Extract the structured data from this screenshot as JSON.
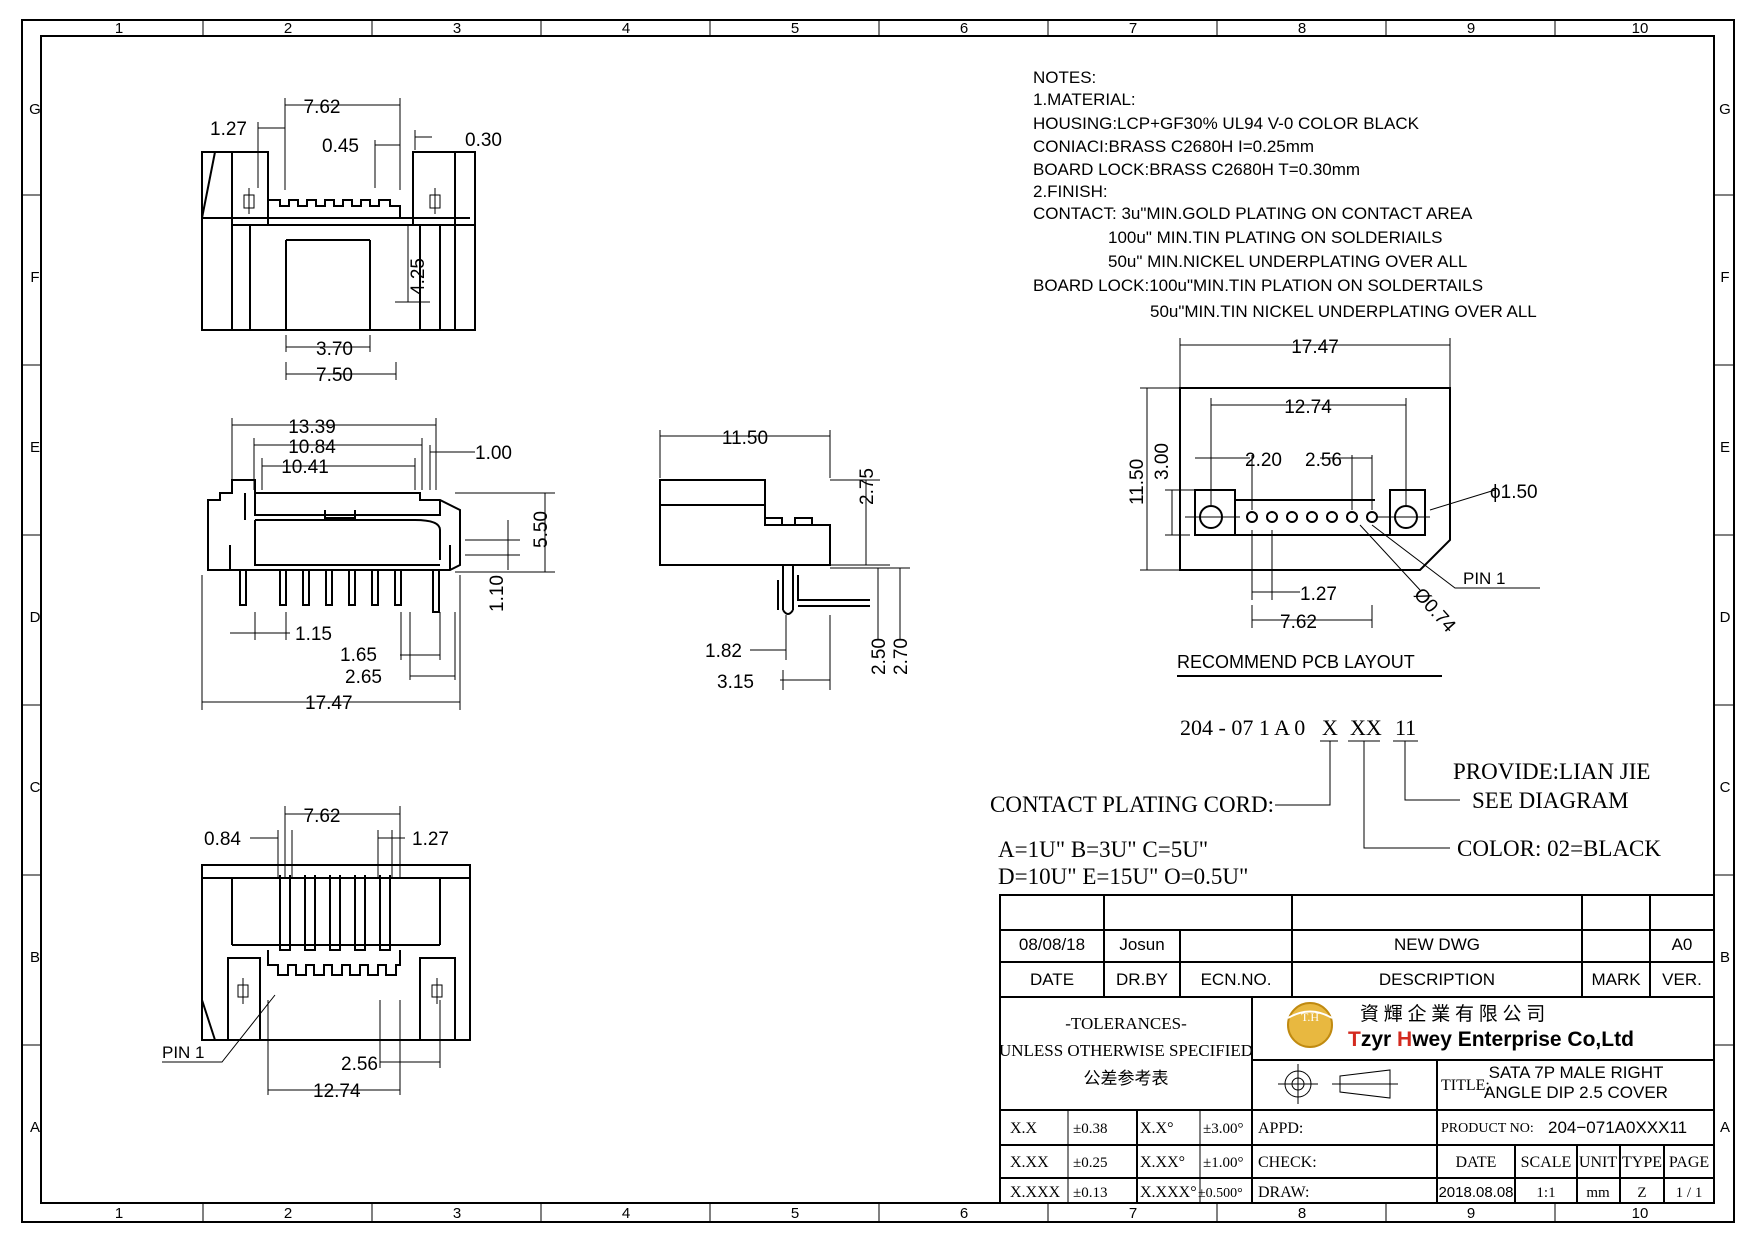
{
  "grid": {
    "columns": [
      "1",
      "2",
      "3",
      "4",
      "5",
      "6",
      "7",
      "8",
      "9",
      "10"
    ],
    "rows": [
      "G",
      "F",
      "E",
      "D",
      "C",
      "B",
      "A"
    ]
  },
  "notes": {
    "lines": [
      "NOTES:",
      "1.MATERIAL:",
      "HOUSING:LCP+GF30%  UL94  V-0  COLOR   BLACK",
      "CONIACI:BRASS  C2680H  I=0.25mm",
      "BOARD LOCK:BRASS  C2680H  T=0.30mm",
      "2.FINISH:",
      "CONTACT:    3u\"MIN.GOLD  PLATING  ON  CONTACT  AREA",
      "100u\"  MIN.TIN  PLATING  ON  SOLDERIAILS",
      "50u\"  MIN.NICKEL  UNDERPLATING  OVER  ALL",
      "BOARD  LOCK:100u\"MIN.TIN  PLATION  ON  SOLDERTAILS",
      "50u\"MIN.TIN  NICKEL  UNDERPLATING  OVER  ALL"
    ]
  },
  "dims": {
    "top_view": {
      "pitch_span": "7.62",
      "edge": "1.27",
      "gap": "0.45",
      "thk": "0.30",
      "height": "4.25",
      "slot": "3.70",
      "width": "7.50"
    },
    "front_view": {
      "overall_a": "13.39",
      "overall_b": "10.84",
      "overall_c": "10.41",
      "step": "1.00",
      "height": "5.50",
      "standoff": "1.10",
      "pitch": "1.15",
      "offset_a": "1.65",
      "offset_b": "2.65",
      "total": "17.47"
    },
    "side_view": {
      "depth": "11.50",
      "height": "2.75",
      "pin_a": "1.82",
      "pin_b": "3.15",
      "tail_a": "2.50",
      "tail_b": "2.70"
    },
    "bottom_view": {
      "pitch_span": "7.62",
      "edge_l": "0.84",
      "edge_r": "1.27",
      "pitch": "2.56",
      "span": "12.74",
      "pin_label": "PIN  1"
    },
    "pcb": {
      "width": "17.47",
      "hole_span": "12.74",
      "depth": "11.50",
      "row": "3.00",
      "hole_off": "2.20",
      "pitch": "2.56",
      "hole_dia": "ϕ1.50",
      "pin_pitch": "1.27",
      "pin_span": "7.62",
      "pin_dia": "Ø0.74",
      "pin_label": "PIN  1",
      "caption": "RECOMMEND  PCB  LAYOUT"
    }
  },
  "part_code": {
    "segments": [
      "204 - 07 1 A 0",
      "X",
      "XX",
      "11"
    ],
    "plating_label": "CONTACT PLATING CORD:",
    "provide": "PROVIDE:LIAN JIE",
    "see": "SEE DIAGRAM",
    "color": "COLOR: 02=BLACK",
    "plating_a": "A=1U\" B=3U\" C=5U\"",
    "plating_b": "D=10U\"  E=15U\"  O=0.5U\""
  },
  "title_block": {
    "rev_date": "08/08/18",
    "rev_by": "Josun",
    "rev_desc": "NEW  DWG",
    "rev_ver": "A0",
    "h_date": "DATE",
    "h_drby": "DR.BY",
    "h_ecn": "ECN.NO.",
    "h_desc": "DESCRIPTION",
    "h_mark": "MARK",
    "h_ver": "VER.",
    "tol_title": "-TOLERANCES-",
    "tol_sub": "UNLESS OTHERWISE SPECIFIED",
    "tol_cn": "公差参考表",
    "company_cn": "資 輝 企 業 有 限 公 司",
    "company_pre": "T",
    "company_mid": "zyr ",
    "company_h": "H",
    "company_rest": "wey Enterprise Co,Ltd",
    "logo_text": "T.H",
    "title_label": "TITLE:",
    "title_1": "SATA 7P MALE RIGHT",
    "title_2": "ANGLE DIP 2.5 COVER",
    "tol_rows": [
      {
        "k1": "X.X",
        "v1": "±0.38",
        "k2": "X.X°",
        "v2": "±3.00°",
        "lab": "APPD:"
      },
      {
        "k1": "X.XX",
        "v1": "±0.25",
        "k2": "X.XX°",
        "v2": "±1.00°",
        "lab": "CHECK:"
      },
      {
        "k1": "X.XXX",
        "v1": "±0.13",
        "k2": "X.XXX°",
        "v2": "±0.500°",
        "lab": "DRAW:"
      }
    ],
    "product_label": "PRODUCT NO:",
    "product_no": "204−071A0XXX11",
    "h_date2": "DATE",
    "h_scale": "SCALE",
    "h_unit": "UNIT",
    "h_type": "TYPE",
    "h_page": "PAGE",
    "draw_date": "2018.08.08",
    "scale": "1:1",
    "unit": "mm",
    "type": "Z",
    "page": "1 / 1"
  }
}
